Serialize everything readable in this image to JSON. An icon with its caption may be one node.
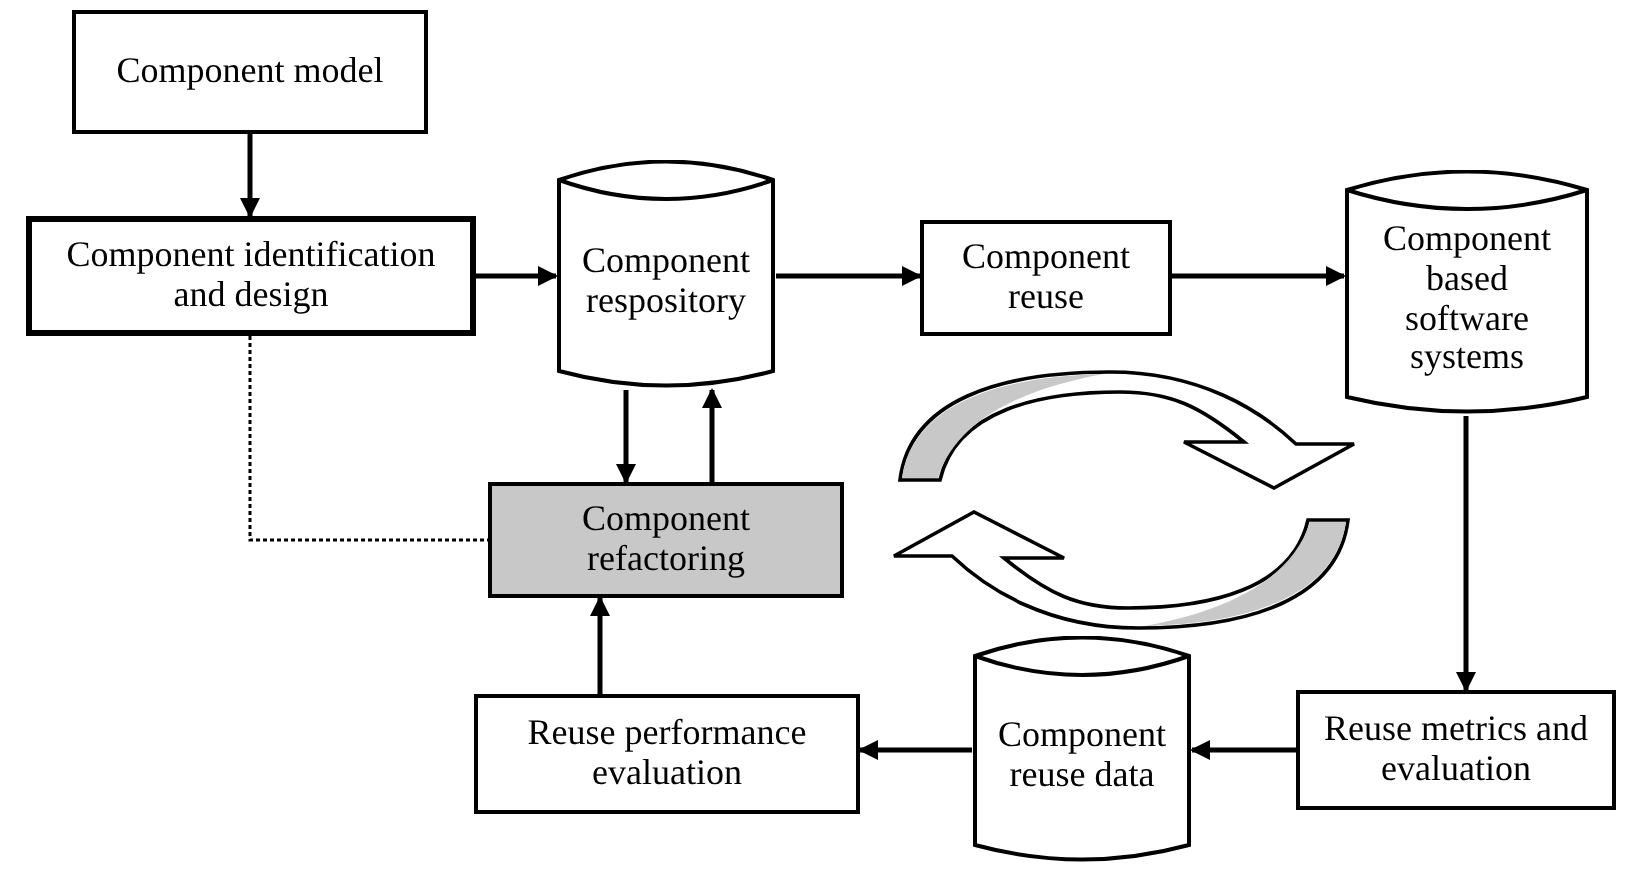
{
  "diagram": {
    "nodes": [
      {
        "text": [
          "Component model"
        ]
      },
      {
        "text": [
          "Component identification and design"
        ]
      },
      {
        "text": [
          "Component respository"
        ]
      },
      {
        "text": [
          "Component reuse"
        ]
      },
      {
        "text": [
          "Component based software systems"
        ]
      },
      {
        "text": [
          "Component refactoring"
        ]
      },
      {
        "text": [
          "Reuse performance evaluation"
        ]
      },
      {
        "text": [
          "Component reuse data"
        ]
      },
      {
        "text": [
          "Reuse metrics and evaluation"
        ]
      }
    ],
    "edges": [
      {
        "from": 0,
        "to": 1,
        "arrow": "to"
      },
      {
        "from": 1,
        "to": 2,
        "arrow": "to"
      },
      {
        "from": 2,
        "to": 3,
        "arrow": "to"
      },
      {
        "from": 3,
        "to": 4,
        "arrow": "to"
      },
      {
        "from": 4,
        "to": 8,
        "arrow": "to"
      },
      {
        "from": 8,
        "to": 7,
        "arrow": "to"
      },
      {
        "from": 7,
        "to": 6,
        "arrow": "to"
      },
      {
        "from": 6,
        "to": 5,
        "arrow": "to"
      },
      {
        "from": 2,
        "to": 5,
        "arrow": "to"
      },
      {
        "from": 5,
        "to": 2,
        "arrow": "to"
      },
      {
        "from": 1,
        "to": 5,
        "arrow": "none",
        "style": "dashed"
      }
    ]
  }
}
